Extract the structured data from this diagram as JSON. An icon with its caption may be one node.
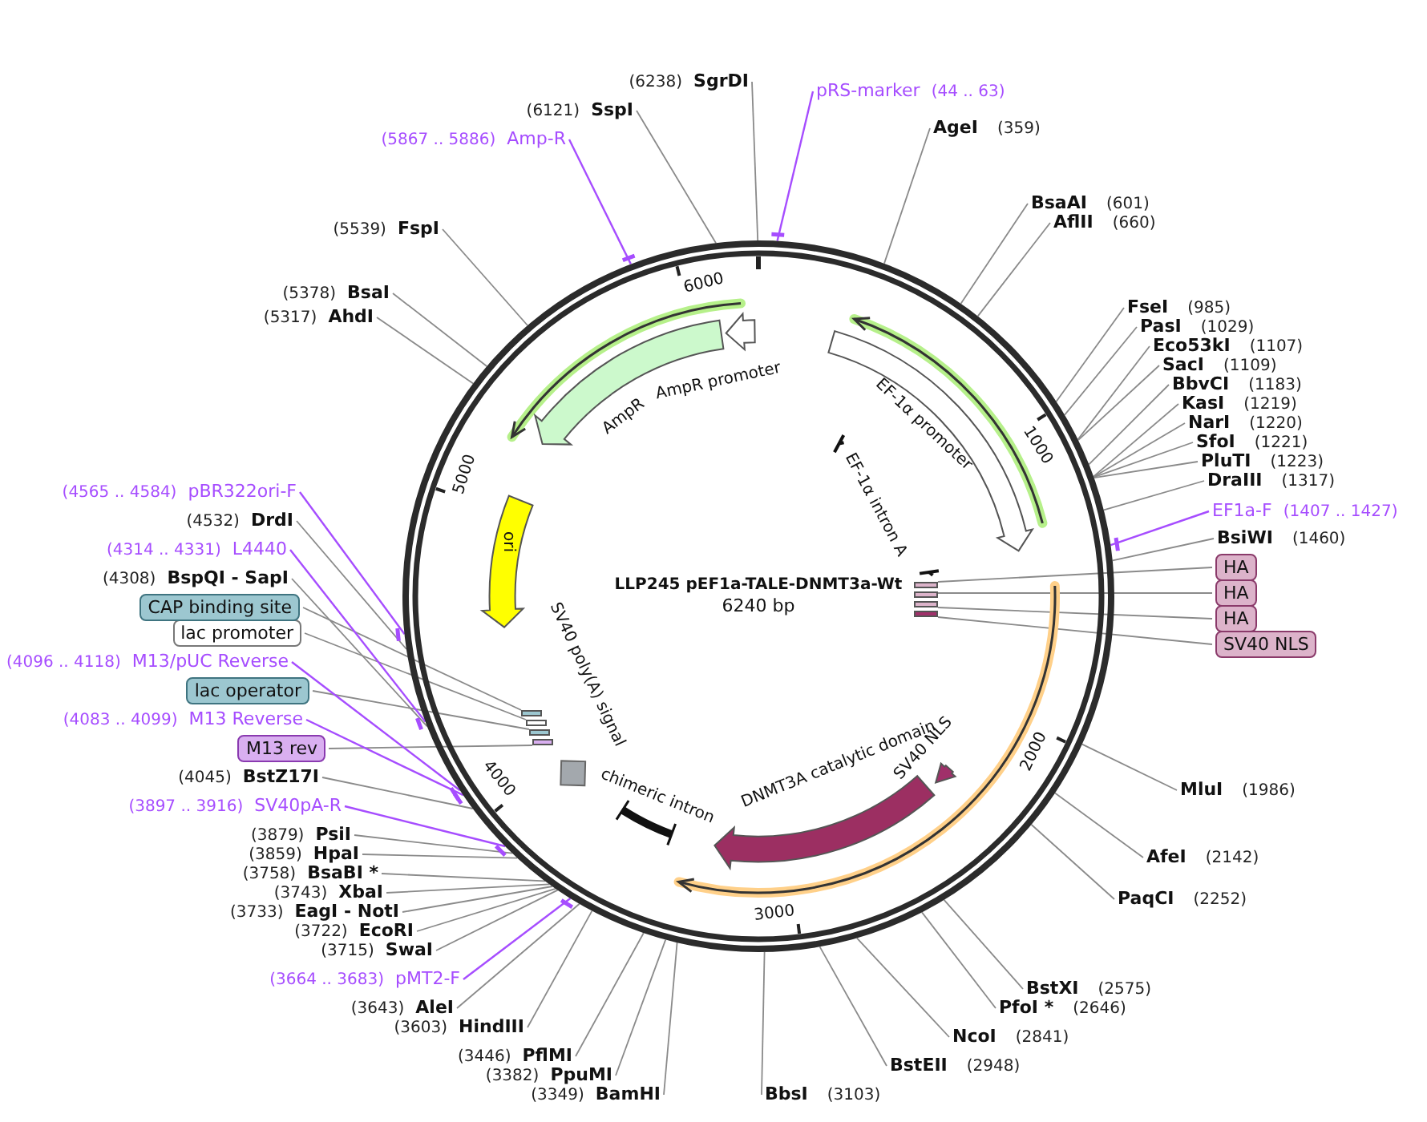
{
  "diagram": {
    "nodes": [
      {
        "text": [
          "LLP245 pEF1a-TALE-DNMT3a-Wt",
          "6240 bp"
        ]
      },
      {
        "text": [
          "pRS-marker"
        ],
        "beside": [
          "(44 .. 63)"
        ]
      },
      {
        "text": [
          "AgeI"
        ],
        "beside": [
          "(359)"
        ]
      },
      {
        "text": [
          "BsaAI"
        ],
        "beside": [
          "(601)"
        ]
      },
      {
        "text": [
          "AflII"
        ],
        "beside": [
          "(660)"
        ]
      },
      {
        "text": [
          "FseI"
        ],
        "beside": [
          "(985)"
        ]
      },
      {
        "text": [
          "PasI"
        ],
        "beside": [
          "(1029)"
        ]
      },
      {
        "text": [
          "Eco53kI"
        ],
        "beside": [
          "(1107)"
        ]
      },
      {
        "text": [
          "SacI"
        ],
        "beside": [
          "(1109)"
        ]
      },
      {
        "text": [
          "BbvCI"
        ],
        "beside": [
          "(1183)"
        ]
      },
      {
        "text": [
          "KasI"
        ],
        "beside": [
          "(1219)"
        ]
      },
      {
        "text": [
          "NarI"
        ],
        "beside": [
          "(1220)"
        ]
      },
      {
        "text": [
          "SfoI"
        ],
        "beside": [
          "(1221)"
        ]
      },
      {
        "text": [
          "PluTI"
        ],
        "beside": [
          "(1223)"
        ]
      },
      {
        "text": [
          "DraIII"
        ],
        "beside": [
          "(1317)"
        ]
      },
      {
        "text": [
          "EF1a-F"
        ],
        "beside": [
          "(1407 .. 1427)"
        ]
      },
      {
        "text": [
          "BsiWI"
        ],
        "beside": [
          "(1460)"
        ]
      },
      {
        "text": [
          "HA"
        ]
      },
      {
        "text": [
          "HA"
        ]
      },
      {
        "text": [
          "HA"
        ]
      },
      {
        "text": [
          "SV40 NLS"
        ]
      },
      {
        "text": [
          "MluI"
        ],
        "beside": [
          "(1986)"
        ]
      },
      {
        "text": [
          "AfeI"
        ],
        "beside": [
          "(2142)"
        ]
      },
      {
        "text": [
          "PaqCI"
        ],
        "beside": [
          "(2252)"
        ]
      },
      {
        "text": [
          "BstXI"
        ],
        "beside": [
          "(2575)"
        ]
      },
      {
        "text": [
          "PfoI *"
        ],
        "beside": [
          "(2646)"
        ]
      },
      {
        "text": [
          "NcoI"
        ],
        "beside": [
          "(2841)"
        ]
      },
      {
        "text": [
          "BstEII"
        ],
        "beside": [
          "(2948)"
        ]
      },
      {
        "text": [
          "BbsI"
        ],
        "beside": [
          "(3103)"
        ]
      },
      {
        "text": [
          "BamHI"
        ],
        "beside": [
          "(3349)"
        ]
      },
      {
        "text": [
          "PpuMI"
        ],
        "beside": [
          "(3382)"
        ]
      },
      {
        "text": [
          "PflMI"
        ],
        "beside": [
          "(3446)"
        ]
      },
      {
        "text": [
          "HindIII"
        ],
        "beside": [
          "(3603)"
        ]
      },
      {
        "text": [
          "AleI"
        ],
        "beside": [
          "(3643)"
        ]
      },
      {
        "text": [
          "pMT2-F"
        ],
        "beside": [
          "(3664 .. 3683)"
        ]
      },
      {
        "text": [
          "SwaI"
        ],
        "beside": [
          "(3715)"
        ]
      },
      {
        "text": [
          "EcoRI"
        ],
        "beside": [
          "(3722)"
        ]
      },
      {
        "text": [
          "EagI - NotI"
        ],
        "beside": [
          "(3733)"
        ]
      },
      {
        "text": [
          "XbaI"
        ],
        "beside": [
          "(3743)"
        ]
      },
      {
        "text": [
          "BsaBI *"
        ],
        "beside": [
          "(3758)"
        ]
      },
      {
        "text": [
          "HpaI"
        ],
        "beside": [
          "(3859)"
        ]
      },
      {
        "text": [
          "PsiI"
        ],
        "beside": [
          "(3879)"
        ]
      },
      {
        "text": [
          "SV40pA-R"
        ],
        "beside": [
          "(3897 .. 3916)"
        ]
      },
      {
        "text": [
          "BstZ17I"
        ],
        "beside": [
          "(4045)"
        ]
      },
      {
        "text": [
          "M13 rev"
        ]
      },
      {
        "text": [
          "M13 Reverse"
        ],
        "beside": [
          "(4083 .. 4099)"
        ]
      },
      {
        "text": [
          "lac operator"
        ]
      },
      {
        "text": [
          "M13/pUC Reverse"
        ],
        "beside": [
          "(4096 .. 4118)"
        ]
      },
      {
        "text": [
          "lac promoter"
        ]
      },
      {
        "text": [
          "CAP binding site"
        ]
      },
      {
        "text": [
          "BspQI - SapI"
        ],
        "beside": [
          "(4308)"
        ]
      },
      {
        "text": [
          "L4440"
        ],
        "beside": [
          "(4314 .. 4331)"
        ]
      },
      {
        "text": [
          "DrdI"
        ],
        "beside": [
          "(4532)"
        ]
      },
      {
        "text": [
          "pBR322ori-F"
        ],
        "beside": [
          "(4565 .. 4584)"
        ]
      },
      {
        "text": [
          "AhdI"
        ],
        "beside": [
          "(5317)"
        ]
      },
      {
        "text": [
          "BsaI"
        ],
        "beside": [
          "(5378)"
        ]
      },
      {
        "text": [
          "FspI"
        ],
        "beside": [
          "(5539)"
        ]
      },
      {
        "text": [
          "Amp-R"
        ],
        "beside": [
          "(5867 .. 5886)"
        ]
      },
      {
        "text": [
          "SspI"
        ],
        "beside": [
          "(6121)"
        ]
      },
      {
        "text": [
          "SgrDI"
        ],
        "beside": [
          "(6238)"
        ]
      },
      {
        "text": [
          "AmpR promoter"
        ],
        "in": 0
      },
      {
        "text": [
          "AmpR"
        ],
        "in": 0
      },
      {
        "text": [
          "EF-1α promoter"
        ],
        "in": 0
      },
      {
        "text": [
          "EF-1α intron A"
        ],
        "in": 0
      },
      {
        "text": [],
        "shape": "box",
        "in": 0
      },
      {
        "text": [],
        "shape": "box",
        "in": 0
      },
      {
        "text": [],
        "shape": "box",
        "in": 0
      },
      {
        "text": [],
        "shape": "box",
        "in": 0
      },
      {
        "text": [
          "SV40 NLS"
        ],
        "in": 0
      },
      {
        "text": [
          "DNMT3A catalytic domain"
        ],
        "in": 0
      },
      {
        "text": [
          "chimeric intron"
        ],
        "in": 0
      },
      {
        "text": [
          "SV40 poly(A) signal"
        ],
        "in": 0
      },
      {
        "text": [
          "ori"
        ],
        "in": 0
      },
      {
        "text": [],
        "shape": "box",
        "in": 0
      },
      {
        "text": [],
        "shape": "box",
        "in": 0
      },
      {
        "text": [],
        "shape": "box",
        "in": 0
      },
      {
        "text": [],
        "shape": "box",
        "in": 0
      }
    ],
    "edges": [
      {
        "from": 1,
        "to": 0,
        "arrow": "none",
        "color": "#a64dff"
      },
      {
        "from": 2,
        "to": 0,
        "arrow": "none"
      },
      {
        "from": 3,
        "to": 0,
        "arrow": "none"
      },
      {
        "from": 4,
        "to": 0,
        "arrow": "none"
      },
      {
        "from": 5,
        "to": 0,
        "arrow": "none"
      },
      {
        "from": 6,
        "to": 0,
        "arrow": "none"
      },
      {
        "from": 7,
        "to": 0,
        "arrow": "none"
      },
      {
        "from": 8,
        "to": 0,
        "arrow": "none"
      },
      {
        "from": 9,
        "to": 0,
        "arrow": "none"
      },
      {
        "from": 10,
        "to": 0,
        "arrow": "none"
      },
      {
        "from": 11,
        "to": 0,
        "arrow": "none"
      },
      {
        "from": 12,
        "to": 0,
        "arrow": "none"
      },
      {
        "from": 13,
        "to": 0,
        "arrow": "none"
      },
      {
        "from": 14,
        "to": 0,
        "arrow": "none"
      },
      {
        "from": 15,
        "to": 0,
        "arrow": "none",
        "color": "#a64dff"
      },
      {
        "from": 16,
        "to": 0,
        "arrow": "none"
      },
      {
        "from": 17,
        "to": 64,
        "arrow": "none"
      },
      {
        "from": 18,
        "to": 65,
        "arrow": "none"
      },
      {
        "from": 19,
        "to": 66,
        "arrow": "none"
      },
      {
        "from": 20,
        "to": 67,
        "arrow": "none"
      },
      {
        "from": 21,
        "to": 0,
        "arrow": "none"
      },
      {
        "from": 22,
        "to": 0,
        "arrow": "none"
      },
      {
        "from": 23,
        "to": 0,
        "arrow": "none"
      },
      {
        "from": 24,
        "to": 0,
        "arrow": "none"
      },
      {
        "from": 25,
        "to": 0,
        "arrow": "none"
      },
      {
        "from": 26,
        "to": 0,
        "arrow": "none"
      },
      {
        "from": 27,
        "to": 0,
        "arrow": "none"
      },
      {
        "from": 28,
        "to": 0,
        "arrow": "none"
      },
      {
        "from": 29,
        "to": 0,
        "arrow": "none"
      },
      {
        "from": 30,
        "to": 0,
        "arrow": "none"
      },
      {
        "from": 31,
        "to": 0,
        "arrow": "none"
      },
      {
        "from": 32,
        "to": 0,
        "arrow": "none"
      },
      {
        "from": 33,
        "to": 0,
        "arrow": "none"
      },
      {
        "from": 34,
        "to": 0,
        "arrow": "none",
        "color": "#a64dff"
      },
      {
        "from": 35,
        "to": 0,
        "arrow": "none"
      },
      {
        "from": 36,
        "to": 0,
        "arrow": "none"
      },
      {
        "from": 37,
        "to": 0,
        "arrow": "none"
      },
      {
        "from": 38,
        "to": 0,
        "arrow": "none"
      },
      {
        "from": 39,
        "to": 0,
        "arrow": "none"
      },
      {
        "from": 40,
        "to": 0,
        "arrow": "none"
      },
      {
        "from": 41,
        "to": 0,
        "arrow": "none"
      },
      {
        "from": 42,
        "to": 0,
        "arrow": "none",
        "color": "#a64dff"
      },
      {
        "from": 43,
        "to": 0,
        "arrow": "none"
      },
      {
        "from": 44,
        "to": 76,
        "arrow": "none"
      },
      {
        "from": 45,
        "to": 0,
        "arrow": "none",
        "color": "#a64dff"
      },
      {
        "from": 46,
        "to": 75,
        "arrow": "none"
      },
      {
        "from": 47,
        "to": 0,
        "arrow": "none",
        "color": "#a64dff"
      },
      {
        "from": 48,
        "to": 74,
        "arrow": "none"
      },
      {
        "from": 49,
        "to": 73,
        "arrow": "none"
      },
      {
        "from": 50,
        "to": 0,
        "arrow": "none"
      },
      {
        "from": 51,
        "to": 0,
        "arrow": "none",
        "color": "#a64dff"
      },
      {
        "from": 52,
        "to": 0,
        "arrow": "none"
      },
      {
        "from": 53,
        "to": 0,
        "arrow": "none",
        "color": "#a64dff"
      },
      {
        "from": 54,
        "to": 0,
        "arrow": "none"
      },
      {
        "from": 55,
        "to": 0,
        "arrow": "none"
      },
      {
        "from": 56,
        "to": 0,
        "arrow": "none"
      },
      {
        "from": 57,
        "to": 0,
        "arrow": "none",
        "color": "#a64dff"
      },
      {
        "from": 58,
        "to": 0,
        "arrow": "none"
      },
      {
        "from": 59,
        "to": 0,
        "arrow": "none"
      }
    ],
    "labels": [
      "1000",
      "2000",
      "3000",
      "4000",
      "5000",
      "6000"
    ]
  }
}
